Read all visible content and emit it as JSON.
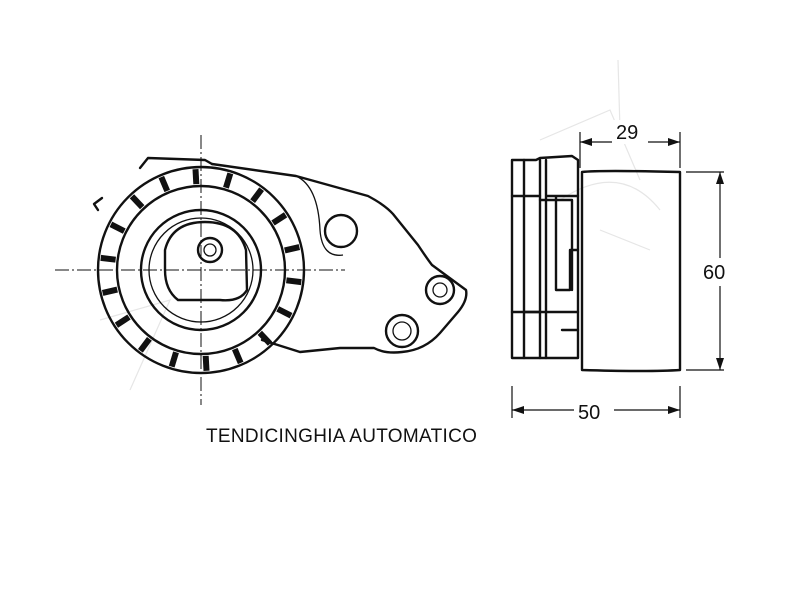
{
  "caption": "TENDICINGHIA AUTOMATICO",
  "dimensions": {
    "width_inner": "29",
    "height": "60",
    "width_total": "50"
  }
}
